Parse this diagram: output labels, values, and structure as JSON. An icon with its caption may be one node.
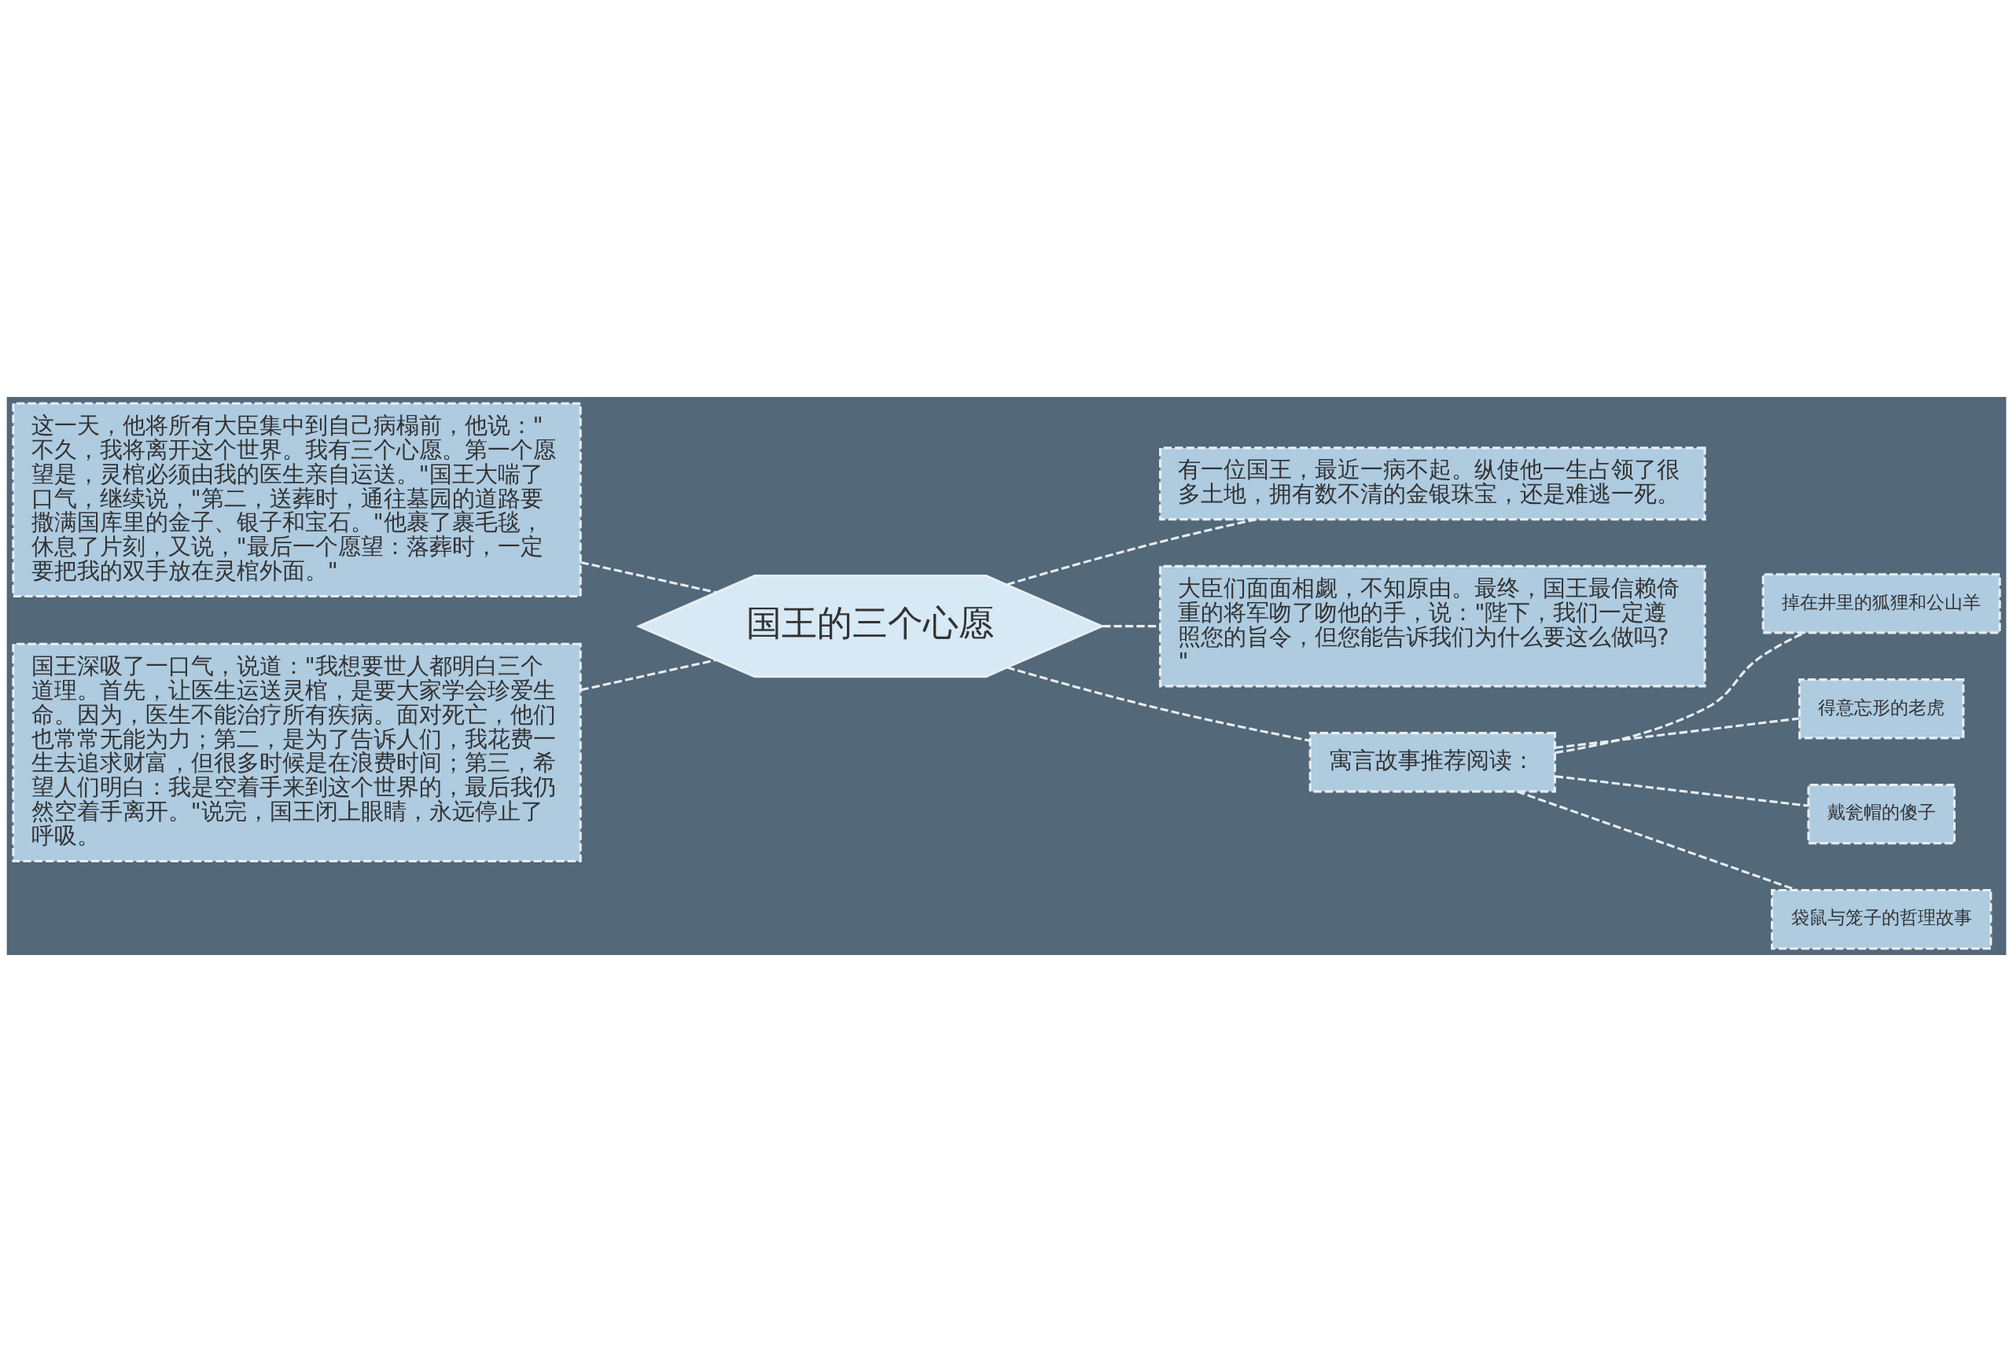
{
  "diagram": {
    "nodes": [
      {
        "text": [
          "国王的三个心愿"
        ]
      },
      {
        "text": [
          "这一天，他将所有大臣集中到自己病榻前，他说：\"不久，我将离开这个世界。我有三个心愿。第一个愿望是，灵棺必须由我的医生亲自运送。\"国王大喘了口气，继续说，\"第二，送葬时，通往墓园的道路要撒满国库里的金子、银子和宝石。\"他裹了裹毛毯，休息了片刻，又说，\"最后一个愿望：落葬时，一定要把我的双手放在灵棺外面。\""
        ]
      },
      {
        "text": [
          "国王深吸了一口气，说道：\"我想要世人都明白三个道理。首先，让医生运送灵棺，是要大家学会珍爱生命。因为，医生不能治疗所有疾病。面对死亡，他们也常常无能为力；第二，是为了告诉人们，我花费一生去追求财富，但很多时候是在浪费时间；第三，希望人们明白：我是空着手来到这个世界的，最后我仍然空着手离开。\"说完，国王闭上眼睛，永远停止了呼吸。"
        ]
      },
      {
        "text": [
          "有一位国王，最近一病不起。纵使他一生占领了很多土地，拥有数不清的金银珠宝，还是难逃一死。"
        ]
      },
      {
        "text": [
          "大臣们面面相觑，不知原由。最终，国王最信赖倚重的将军吻了吻他的手，说：\"陛下，我们一定遵照您的旨令，但您能告诉我们为什么要这么做吗?\""
        ]
      },
      {
        "text": [
          "寓言故事推荐阅读："
        ]
      },
      {
        "text": [
          "掉在井里的狐狸和公山羊"
        ]
      },
      {
        "text": [
          "得意忘形的老虎"
        ]
      },
      {
        "text": [
          "戴瓮帽的傻子"
        ]
      },
      {
        "text": [
          "袋鼠与笼子的哲理故事"
        ]
      }
    ],
    "edges": [
      {
        "from": 0,
        "to": 1,
        "arrow": "none",
        "style": "dashed"
      },
      {
        "from": 0,
        "to": 2,
        "arrow": "none",
        "style": "dashed"
      },
      {
        "from": 0,
        "to": 3,
        "arrow": "none",
        "style": "dashed"
      },
      {
        "from": 0,
        "to": 4,
        "arrow": "none",
        "style": "dashed"
      },
      {
        "from": 0,
        "to": 5,
        "arrow": "none",
        "style": "dashed"
      },
      {
        "from": 5,
        "to": 6,
        "arrow": "none",
        "style": "dashed"
      },
      {
        "from": 5,
        "to": 7,
        "arrow": "none",
        "style": "dashed"
      },
      {
        "from": 5,
        "to": 8,
        "arrow": "none",
        "style": "dashed"
      },
      {
        "from": 5,
        "to": 9,
        "arrow": "none",
        "style": "dashed"
      }
    ]
  }
}
